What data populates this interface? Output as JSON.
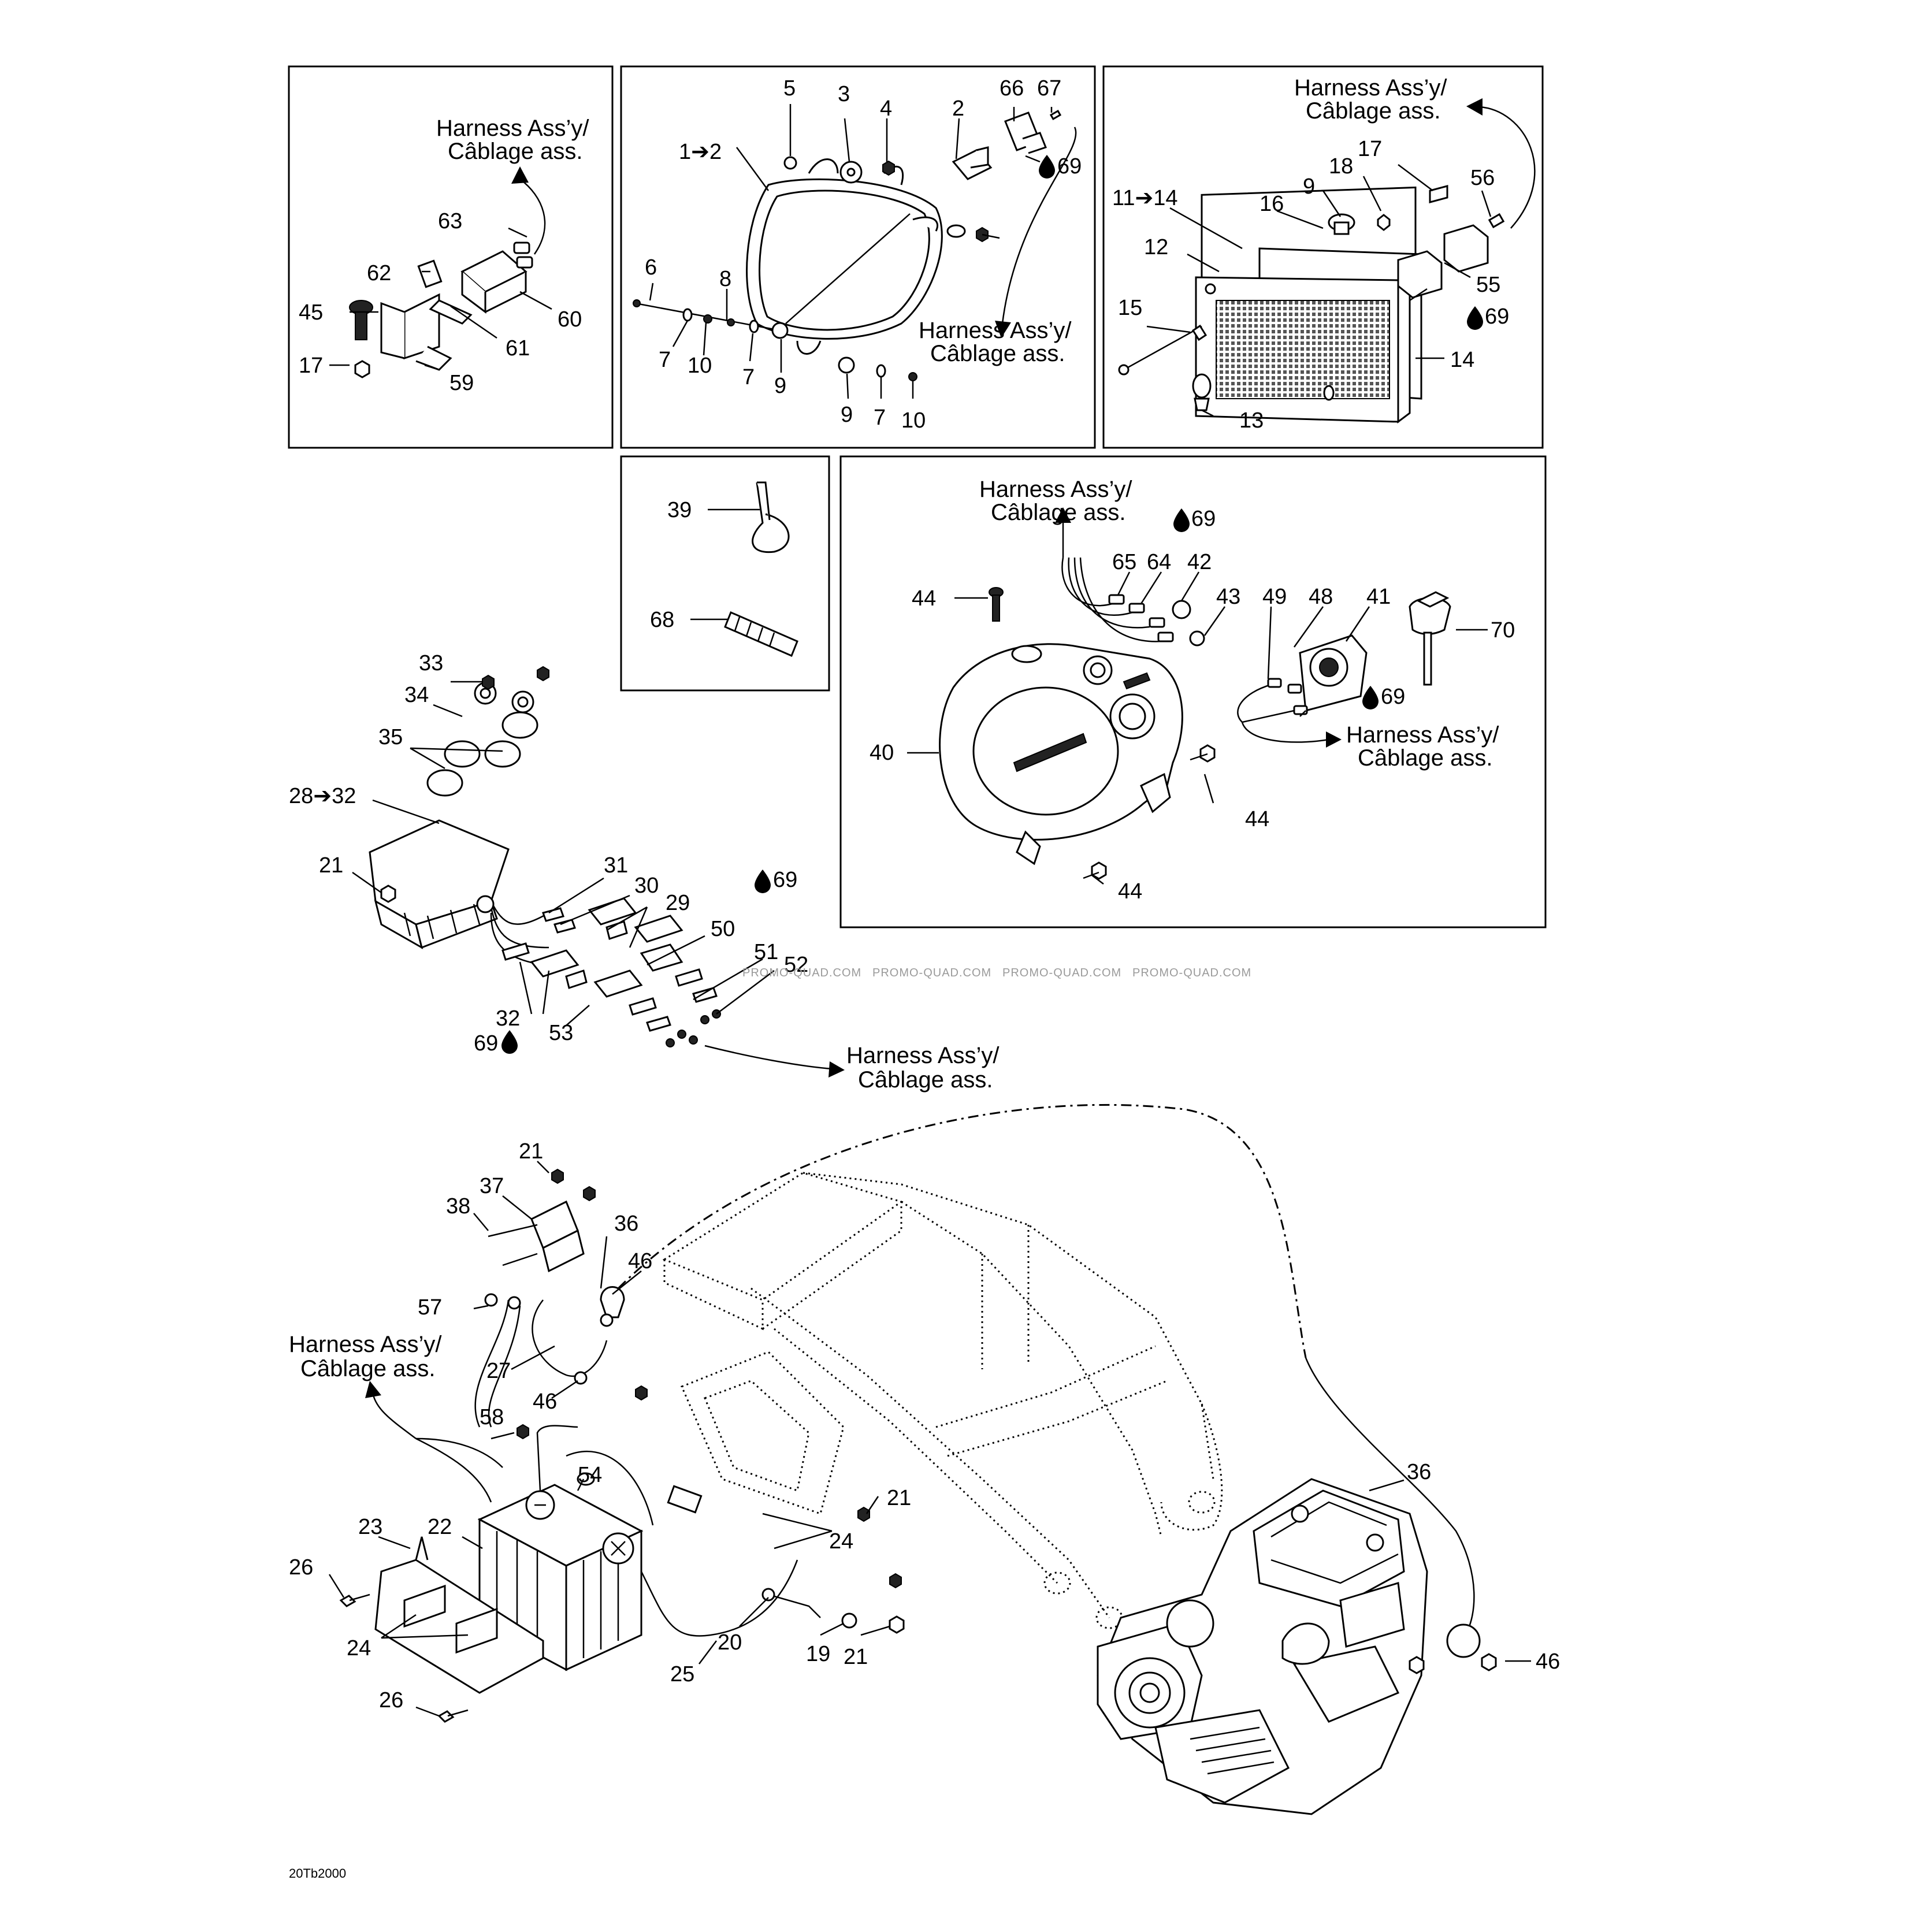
{
  "labels": {
    "l1_2": "1➔2",
    "l2": "2",
    "l3": "3",
    "l4": "4",
    "l5": "5",
    "l6": "6",
    "l7": "7",
    "l8": "8",
    "l9": "9",
    "l10": "10",
    "l11_14": "11➔14",
    "l12": "12",
    "l13": "13",
    "l14": "14",
    "l15": "15",
    "l16": "16",
    "l17": "17",
    "l18": "18",
    "l19": "19",
    "l20": "20",
    "l21": "21",
    "l22": "22",
    "l23": "23",
    "l24": "24",
    "l25": "25",
    "l26": "26",
    "l27": "27",
    "l28_32": "28➔32",
    "l29": "29",
    "l30": "30",
    "l31": "31",
    "l32": "32",
    "l33": "33",
    "l34": "34",
    "l35": "35",
    "l36": "36",
    "l37": "37",
    "l38": "38",
    "l39": "39",
    "l40": "40",
    "l41": "41",
    "l42": "42",
    "l43": "43",
    "l44": "44",
    "l45": "45",
    "l46": "46",
    "l48": "48",
    "l49": "49",
    "l50": "50",
    "l51": "51",
    "l52": "52",
    "l53": "53",
    "l54": "54",
    "l55": "55",
    "l56": "56",
    "l57": "57",
    "l58": "58",
    "l59": "59",
    "l60": "60",
    "l61": "61",
    "l62": "62",
    "l63": "63",
    "l64": "64",
    "l65": "65",
    "l66": "66",
    "l67": "67",
    "l68": "68",
    "l69": "69",
    "l70": "70"
  },
  "harness": {
    "line1": "Harness Ass’y/",
    "line2": "Câblage ass."
  },
  "watermark": "PROMO-QUAD.COM",
  "drawing_code": "20Tb2000"
}
